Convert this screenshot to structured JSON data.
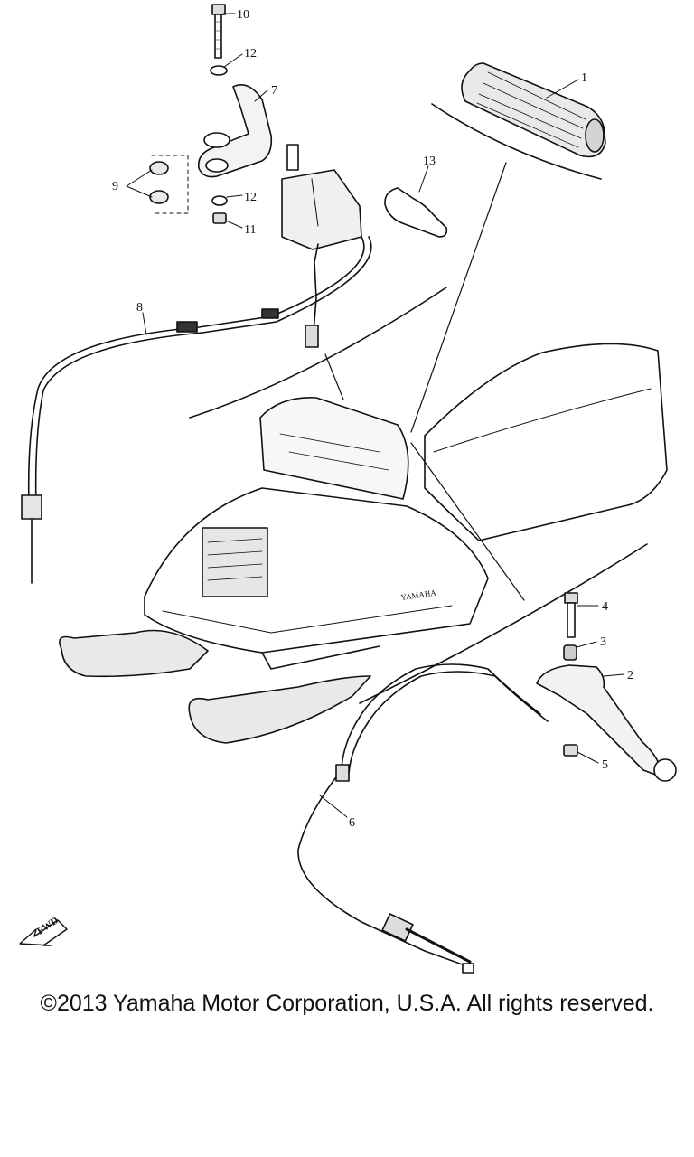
{
  "diagram": {
    "callouts": [
      {
        "number": "1"
      },
      {
        "number": "2"
      },
      {
        "number": "3"
      },
      {
        "number": "4"
      },
      {
        "number": "5"
      },
      {
        "number": "6"
      },
      {
        "number": "7"
      },
      {
        "number": "8"
      },
      {
        "number": "9"
      },
      {
        "number": "10"
      },
      {
        "number": "11"
      },
      {
        "number": "12"
      },
      {
        "number": "12"
      },
      {
        "number": "13"
      }
    ],
    "hood_brand": "YAMAHA",
    "direction_marker": "FWD"
  },
  "footer": {
    "copyright": "©2013 Yamaha Motor Corporation, U.S.A. All rights reserved."
  },
  "colors": {
    "ink": "#111111",
    "background": "#ffffff"
  }
}
